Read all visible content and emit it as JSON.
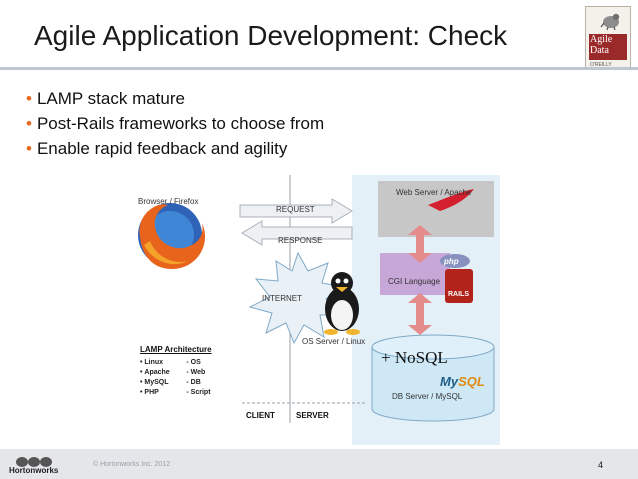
{
  "slide": {
    "title": "Agile Application Development: Check",
    "bullets": [
      "LAMP stack mature",
      "Post-Rails frameworks to choose from",
      "Enable rapid feedback and agility"
    ]
  },
  "book_cover": {
    "title_line1": "Agile",
    "title_line2": "Data",
    "publisher": "O'REILLY"
  },
  "diagram": {
    "browser_label": "Browser / Firefox",
    "request_label": "REQUEST",
    "response_label": "RESPONSE",
    "internet_label": "INTERNET",
    "web_server_label": "Web Server / Apache",
    "cgi_label": "CGI Language",
    "php_label": "php",
    "rails_label": "RAILS",
    "os_label": "OS Server / Linux",
    "nosql_label": "+ NoSQL",
    "mysql_label_a": "My",
    "mysql_label_b": "SQL",
    "db_label": "DB Server / MySQL",
    "client_label": "CLIENT",
    "server_label": "SERVER",
    "architecture": {
      "heading": "LAMP Architecture",
      "items": [
        {
          "key": "Linux",
          "value": "- OS"
        },
        {
          "key": "Apache",
          "value": "- Web"
        },
        {
          "key": "MySQL",
          "value": "- DB"
        },
        {
          "key": "PHP",
          "value": "- Script"
        }
      ]
    }
  },
  "footer": {
    "brand": "Hortonworks",
    "copyright": "© Hortonworks Inc. 2012",
    "page_number": "4"
  },
  "colors": {
    "bullet": "#e66a1a",
    "arrow_pink": "#e48c8c",
    "db_blue": "#cfe8f6",
    "cgi_purple": "#c7a7d8"
  }
}
